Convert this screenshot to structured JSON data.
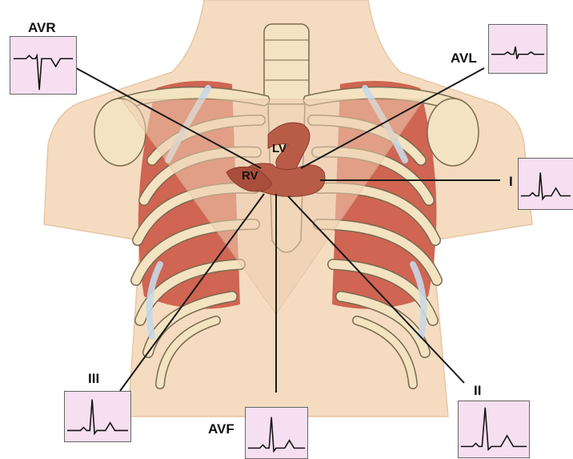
{
  "diagram": {
    "heart": {
      "lv_label": "LV",
      "rv_label": "RV"
    },
    "leads": {
      "avr": {
        "label": "AVR"
      },
      "avl": {
        "label": "AVL"
      },
      "i": {
        "label": "I"
      },
      "ii": {
        "label": "II"
      },
      "iii": {
        "label": "III"
      },
      "avf": {
        "label": "AVF"
      }
    },
    "colors": {
      "skin": "#f5dcc0",
      "bone": "#f3e3c0",
      "bone_outline": "#7a6a50",
      "cartilage": "#c7d8e8",
      "lung": "#c8503e",
      "heart": "#b85b47",
      "triangle": "#eecfb2",
      "ecg_background": "#f6dff0",
      "lead_line": "#1a1a1a"
    }
  }
}
